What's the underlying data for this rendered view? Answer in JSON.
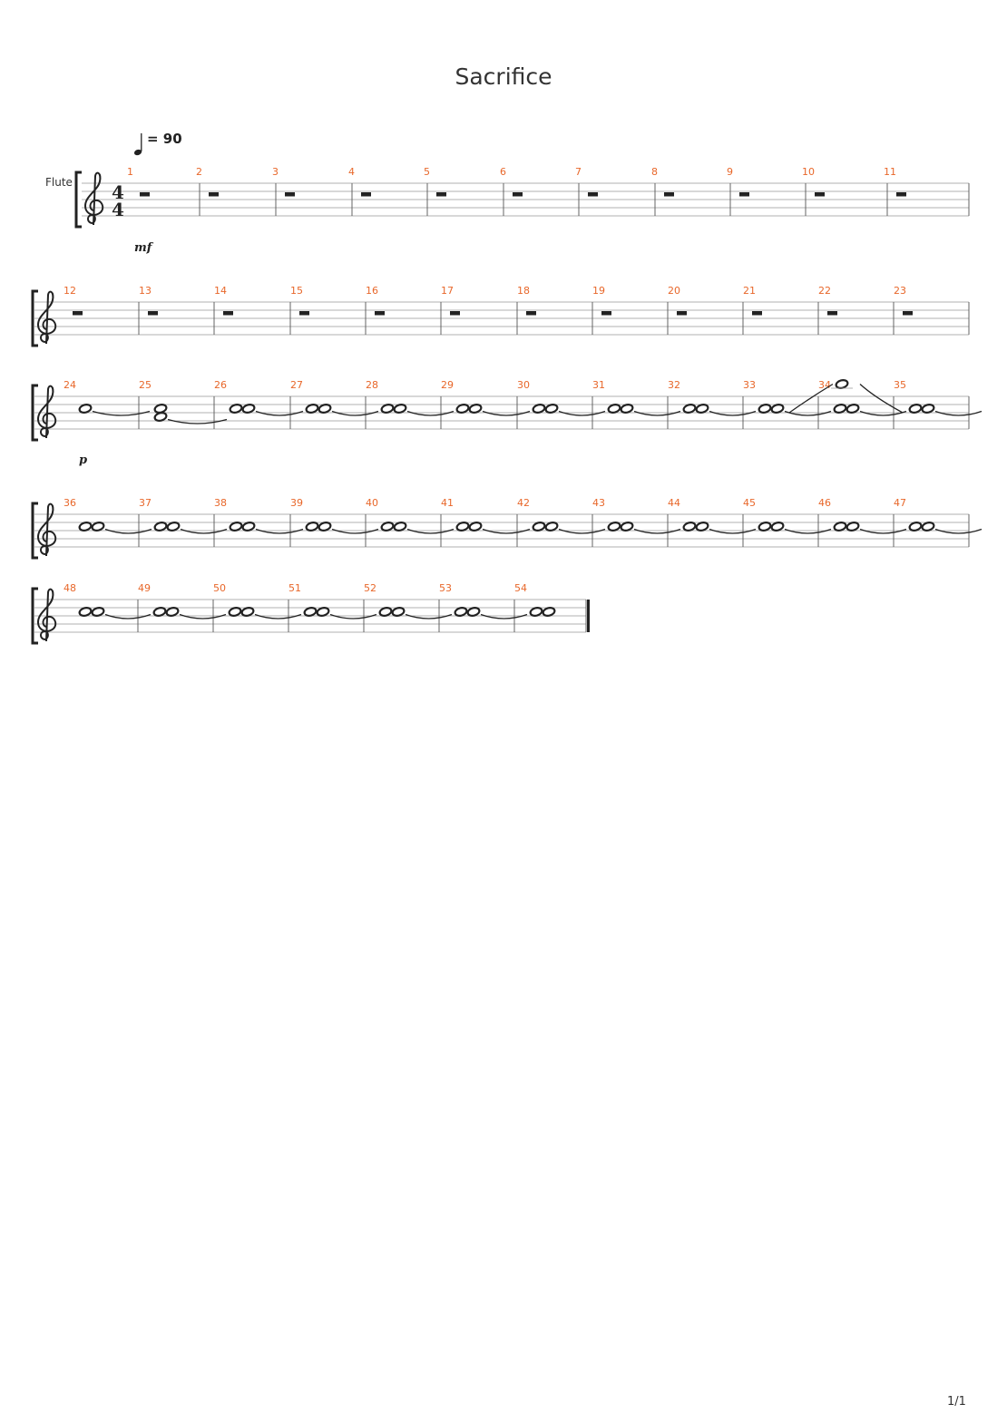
{
  "title": "Sacrifice",
  "tempo": {
    "beat_unit": "quarter",
    "text": "= 90",
    "bpm": 90
  },
  "instrument": "Flute",
  "clef": "treble",
  "time_signature": {
    "numerator": "4",
    "denominator": "4"
  },
  "dynamics": [
    {
      "measure": 1,
      "text": "mf"
    },
    {
      "measure": 24,
      "text": "p"
    }
  ],
  "systems": [
    {
      "measures": [
        "1",
        "2",
        "3",
        "4",
        "5",
        "6",
        "7",
        "8",
        "9",
        "10",
        "11"
      ]
    },
    {
      "measures": [
        "12",
        "13",
        "14",
        "15",
        "16",
        "17",
        "18",
        "19",
        "20",
        "21",
        "22",
        "23"
      ]
    },
    {
      "measures": [
        "24",
        "25",
        "26",
        "27",
        "28",
        "29",
        "30",
        "31",
        "32",
        "33",
        "34",
        "35"
      ]
    },
    {
      "measures": [
        "36",
        "37",
        "38",
        "39",
        "40",
        "41",
        "42",
        "43",
        "44",
        "45",
        "46",
        "47"
      ]
    },
    {
      "measures": [
        "48",
        "49",
        "50",
        "51",
        "52",
        "53",
        "54"
      ]
    }
  ],
  "music": {
    "rest_measures": "1-23",
    "notes": {
      "24": [
        "whole (tied)"
      ],
      "25": [
        "whole chord (tied)"
      ],
      "26-54": [
        "two whole notes (tied)"
      ],
      "34": [
        "two whole notes + high whole note above staff (slurred)"
      ]
    },
    "final_barline": "54"
  },
  "page_number": "1/1",
  "colors": {
    "measure_number": "#e8672a",
    "staff": "#999999",
    "ink": "#222222"
  }
}
